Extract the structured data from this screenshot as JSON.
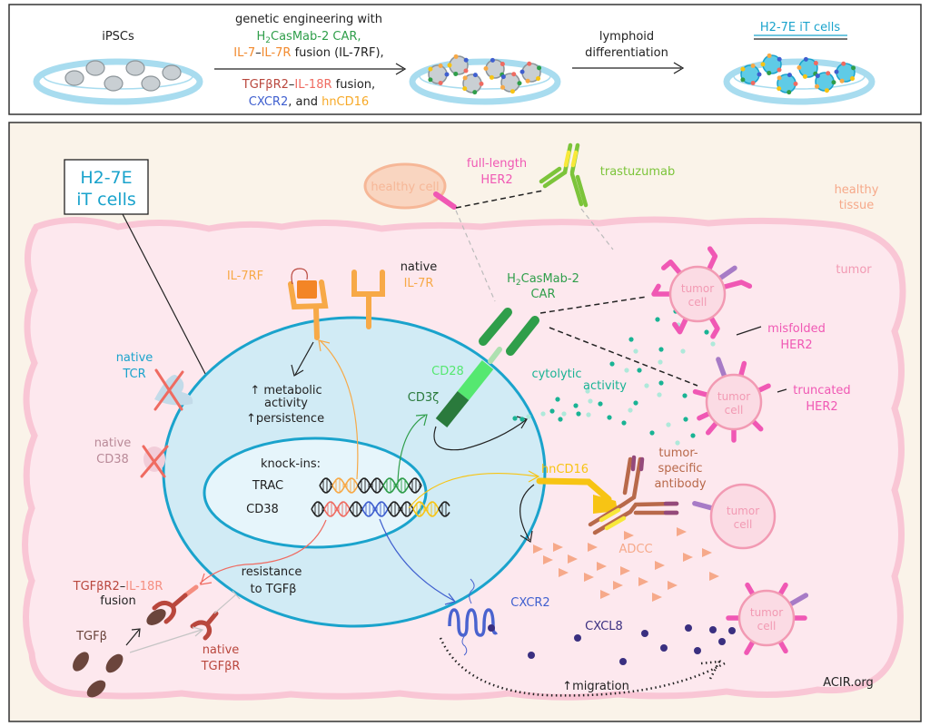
{
  "top_panel": {
    "ipscs_label": "iPSCs",
    "engineering": {
      "line1": "genetic engineering with",
      "line2_h2": "H",
      "line2_sub": "2",
      "line2_rest": "CasMab-2 CAR,",
      "line3_il7": "IL-7",
      "line3_dash": "–",
      "line3_il7r": "IL-7R",
      "line3_fusion": " fusion (IL-7RF),",
      "line4_tgf": "TGFβR2",
      "line4_dash": "–",
      "line4_il18": "IL-18R",
      "line4_fusion": " fusion,",
      "line5_cxcr2": "CXCR2",
      "line5_and": ", and ",
      "line5_hncd16": "hnCD16"
    },
    "differentiation": {
      "line1": "lymphoid",
      "line2": "differentiation"
    },
    "product_label": "H2-7E  iT cells"
  },
  "main_panel": {
    "callout": {
      "line1": "H2-7E",
      "line2": "iT cells"
    },
    "healthy_cell": "healthy cell",
    "full_length_her2": {
      "line1": "full-length",
      "line2": "HER2"
    },
    "trastuzumab": "trastuzumab",
    "healthy_tissue": {
      "line1": "healthy",
      "line2": "tissue"
    },
    "tumor_region": "tumor",
    "il7rf": "IL-7RF",
    "native_il7r": {
      "line1": "native",
      "line2": "IL-7R"
    },
    "car": {
      "line1_h": "H",
      "line1_sub": "2",
      "line1_rest": "CasMab-2",
      "line2": "CAR"
    },
    "tumor_cell_label": {
      "line1": "tumor",
      "line2": "cell"
    },
    "misfolded_her2": {
      "line1": "misfolded",
      "line2": "HER2"
    },
    "truncated_her2": {
      "line1": "truncated",
      "line2": "HER2"
    },
    "native_tcr": {
      "line1": "native",
      "line2": "TCR"
    },
    "native_cd38": {
      "line1": "native",
      "line2": "CD38"
    },
    "metabolic": {
      "line1": "↑ metabolic",
      "line2": "activity",
      "line3": "↑persistence"
    },
    "cd28": "CD28",
    "cd3z": "CD3ζ",
    "cytolytic": {
      "line1": "cytolytic",
      "line2": "activity"
    },
    "knockins": {
      "title": "knock-ins:",
      "trac": "TRAC",
      "cd38": "CD38"
    },
    "hncd16": "hnCD16",
    "tumor_antibody": {
      "line1": "tumor-",
      "line2": "specific",
      "line3": "antibody"
    },
    "adcc": "ADCC",
    "tgf_fusion": {
      "part1": "TGFβR2",
      "dash": "–",
      "part2": "IL-18R",
      "line2": "fusion"
    },
    "resistance": {
      "line1": "resistance",
      "line2": "to TGFβ"
    },
    "tgfb": "TGFβ",
    "native_tgfbr": {
      "line1": "native",
      "line2": "TGFβR"
    },
    "cxcr2": "CXCR2",
    "cxcl8": "CXCL8",
    "migration": "↑migration",
    "credit": "ACIR.org"
  },
  "colors": {
    "outline": "#222222",
    "dish": "#a8dcef",
    "cell_grey": "#c9cfd3",
    "it_cell": "#5fcbe6",
    "cell_membrane": "#1aa3cc",
    "cytoplasm": "#d1ebf5",
    "nucleus": "#e6f5fb",
    "tissue_bg": "#faf3e9",
    "tumor_bg": "#fde8ee",
    "tumor_border": "#f9c6d5",
    "tumor_cell": "#fbdbe4",
    "tumor_cell_border": "#f29ab3",
    "her2_pink": "#f058b4",
    "purple": "#a77bc6",
    "car_green": "#2f9e4a",
    "cd28_green": "#55e870",
    "cd3_dark": "#2a7a3c",
    "trastuzumab_green": "#7cc43a",
    "yellow": "#f8e83a",
    "orange": "#f7a947",
    "il7rf_box": "#f38526",
    "teal": "#19b394",
    "teal_light": "#aee9da",
    "salmon": "#f6a98a",
    "brown_red": "#b9473d",
    "tgfb_brown": "#6b453c",
    "cxcr2_blue": "#3f5fcf",
    "cxcl8_navy": "#3a2f80",
    "hncd16_yellow": "#f7c414",
    "antibody_brown": "#b8694a",
    "antibody_tip": "#944a7b",
    "healthy_cell_fill": "#f9d5c0",
    "healthy_cell_border": "#f6b797",
    "red_x": "#ef6b61"
  }
}
